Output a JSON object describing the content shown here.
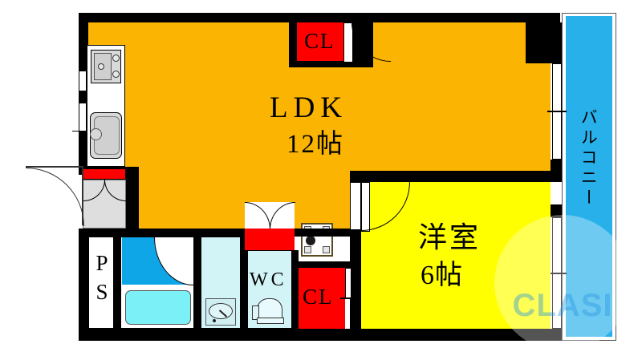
{
  "plan": {
    "type": "apartment-floor-plan",
    "rooms": {
      "ldk": {
        "name": "LDK",
        "size": "12帖",
        "color": "#fab401"
      },
      "bedroom": {
        "name": "洋室",
        "size": "6帖",
        "color": "#ffff00"
      },
      "balcony": {
        "name": "バルコニー",
        "color": "#28b0ea"
      },
      "closet_top": {
        "label": "CL",
        "color": "#ff0000"
      },
      "closet_bottom": {
        "label": "CL",
        "color": "#ff0000"
      },
      "toilet": {
        "label": "WC",
        "color": "#d3f4f7"
      },
      "pipe_space": {
        "label_line1": "P",
        "label_line2": "S"
      },
      "bath": {
        "color": "#0fa6e8"
      },
      "washroom": {
        "color": "#d3f4f7"
      },
      "entrance": {
        "color": "#dedede"
      }
    },
    "fixtures": {
      "stove": "gas-stove-3-burner",
      "sink": "kitchen-sink",
      "bathtub": "bathtub",
      "washbasin": "washbasin",
      "toilet_bowl": "toilet",
      "washer_pan": "washing-machine-pan",
      "shoe_cabinet": "shoe-cabinet"
    },
    "watermark": {
      "text": "CLASI"
    }
  }
}
